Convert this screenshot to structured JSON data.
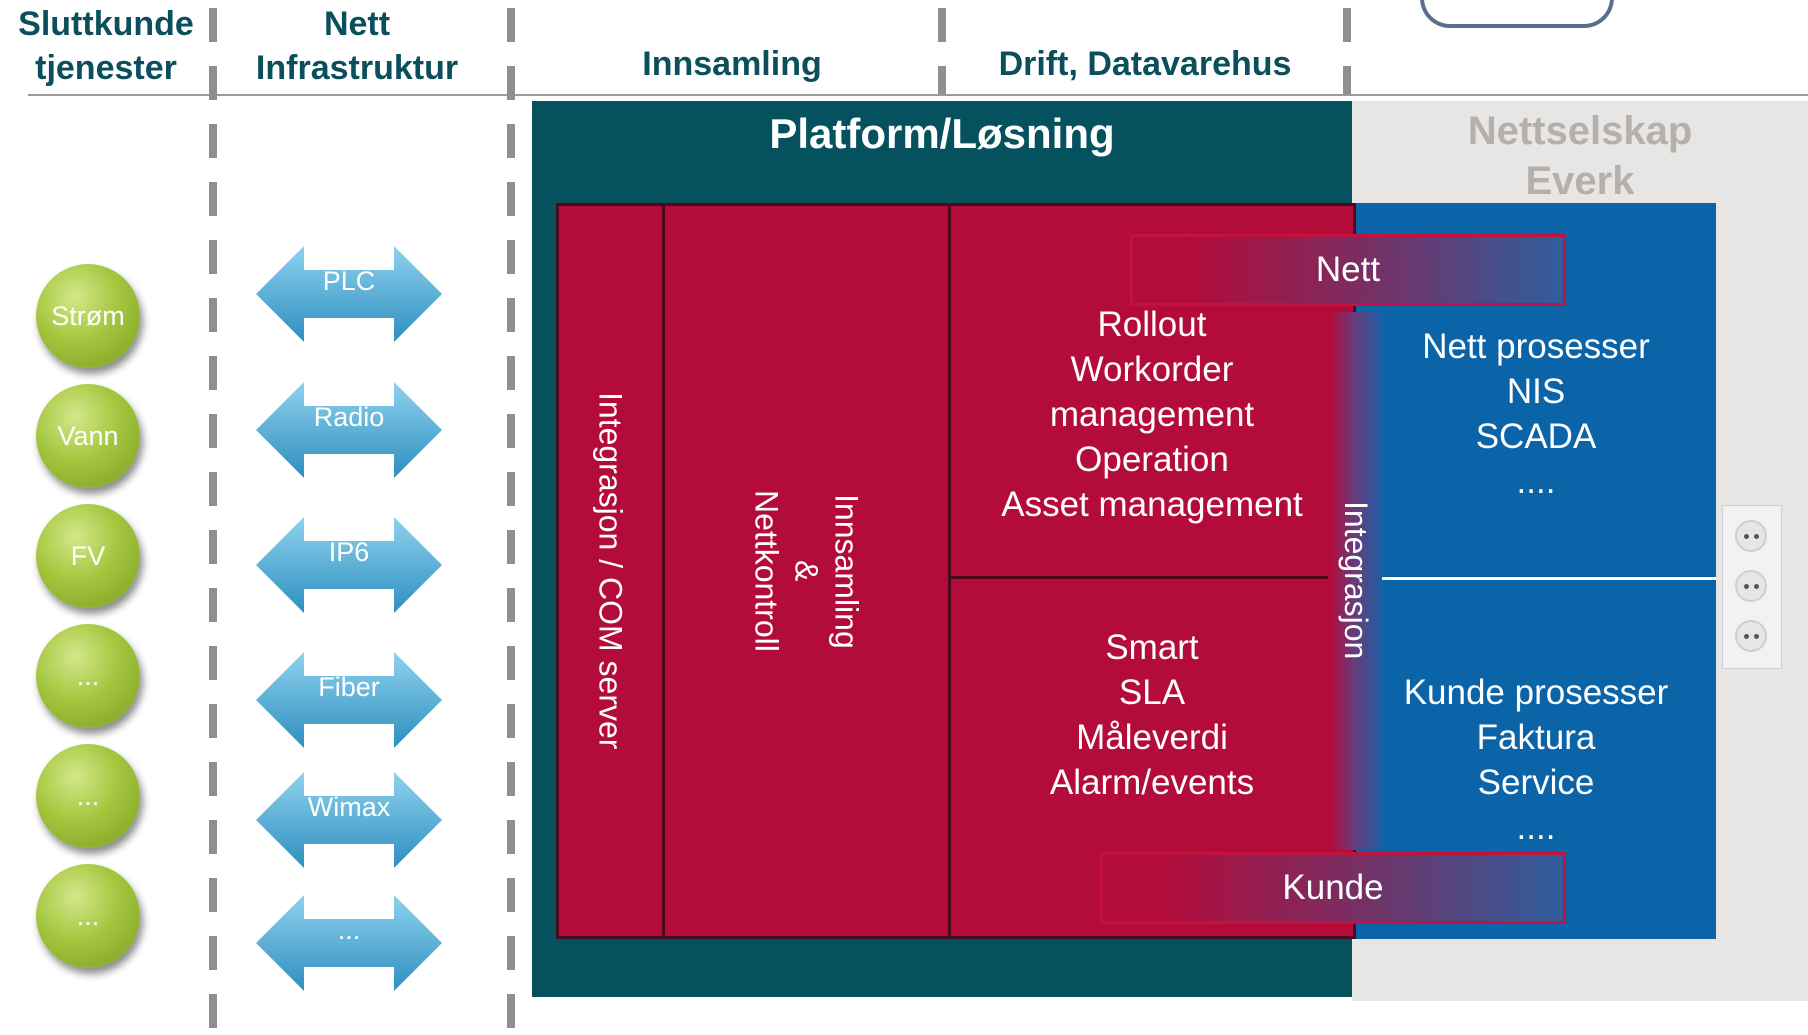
{
  "headers": {
    "sluttkunde": [
      "Sluttkunde",
      "tjenester"
    ],
    "nett": [
      "Nett",
      "Infrastruktur"
    ],
    "innsamling": "Innsamling",
    "drift": "Drift, Datavarehus"
  },
  "services": [
    "Strøm",
    "Vann",
    "FV",
    "...",
    "...",
    "..."
  ],
  "networks": [
    "PLC",
    "Radio",
    "IP6",
    "Fiber",
    "Wimax",
    "..."
  ],
  "platform": {
    "title": "Platform/Løsning",
    "integration_com": "Integrasjon / COM server",
    "innsamling_lines": [
      "Innsamling",
      "&",
      "Nettkontroll"
    ],
    "upper_lines": [
      "Rollout",
      "Workorder",
      "management",
      "Operation",
      "Asset management"
    ],
    "lower_lines": [
      "Smart",
      "SLA",
      "Måleverdi",
      "Alarm/events"
    ],
    "integrasjon": "Integrasjon",
    "nett_bar": "Nett",
    "kunde_bar": "Kunde"
  },
  "company": {
    "title": [
      "Nettselskap",
      "Everk"
    ],
    "nett_lines": [
      "Nett prosesser",
      "NIS",
      "SCADA",
      "...."
    ],
    "kunde_lines": [
      "Kunde prosesser",
      "Faktura",
      "Service",
      "...."
    ]
  },
  "colors": {
    "teal": "#05525e",
    "red": "#b30b3a",
    "blue": "#0b63a8",
    "green": "#a4c63e",
    "arrow": "#5ab2d6",
    "header": "#0b4f5c"
  },
  "icons": {
    "sockets": "power-socket-icon",
    "top": "key-icon"
  }
}
